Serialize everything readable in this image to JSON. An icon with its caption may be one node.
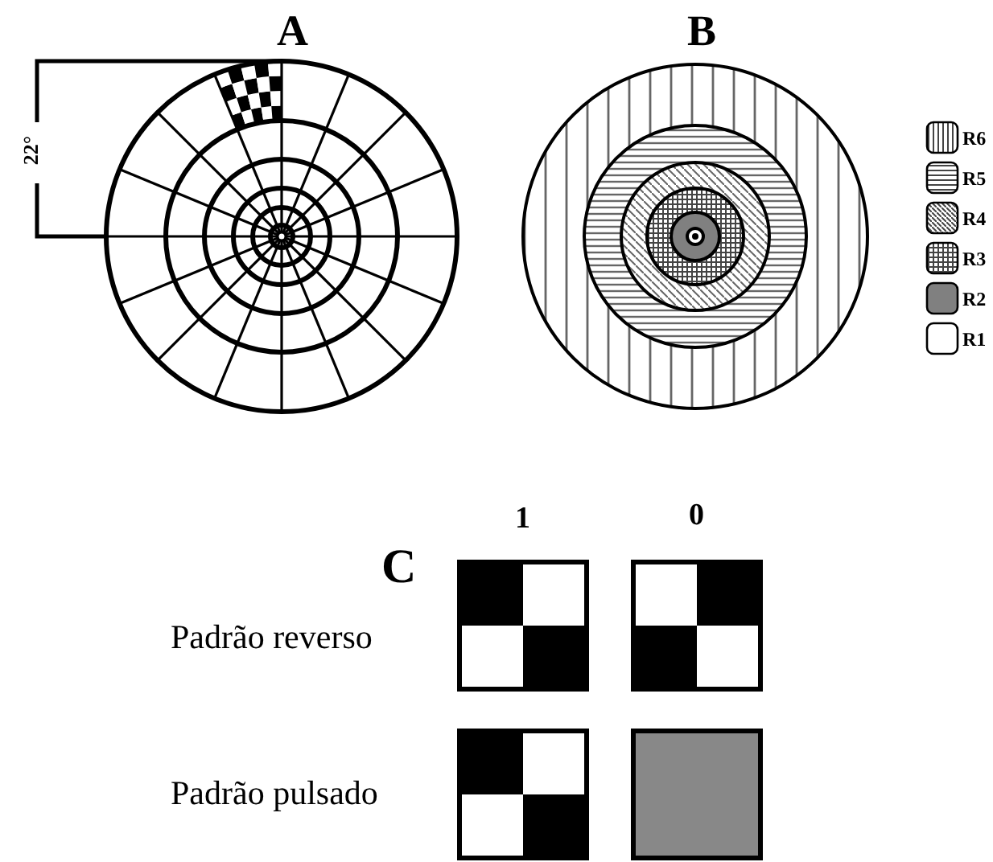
{
  "diagram": {
    "labels": [
      "A",
      "B",
      "22°",
      "1",
      "0",
      "C",
      "Padrão reverso",
      "Padrão pulsado"
    ],
    "legend": [
      {
        "text": "R6"
      },
      {
        "text": "R5"
      },
      {
        "text": "R4"
      },
      {
        "text": "R3"
      },
      {
        "text": "R2",
        "color": "#808080"
      },
      {
        "text": "R1",
        "color": "#ffffff"
      }
    ]
  }
}
